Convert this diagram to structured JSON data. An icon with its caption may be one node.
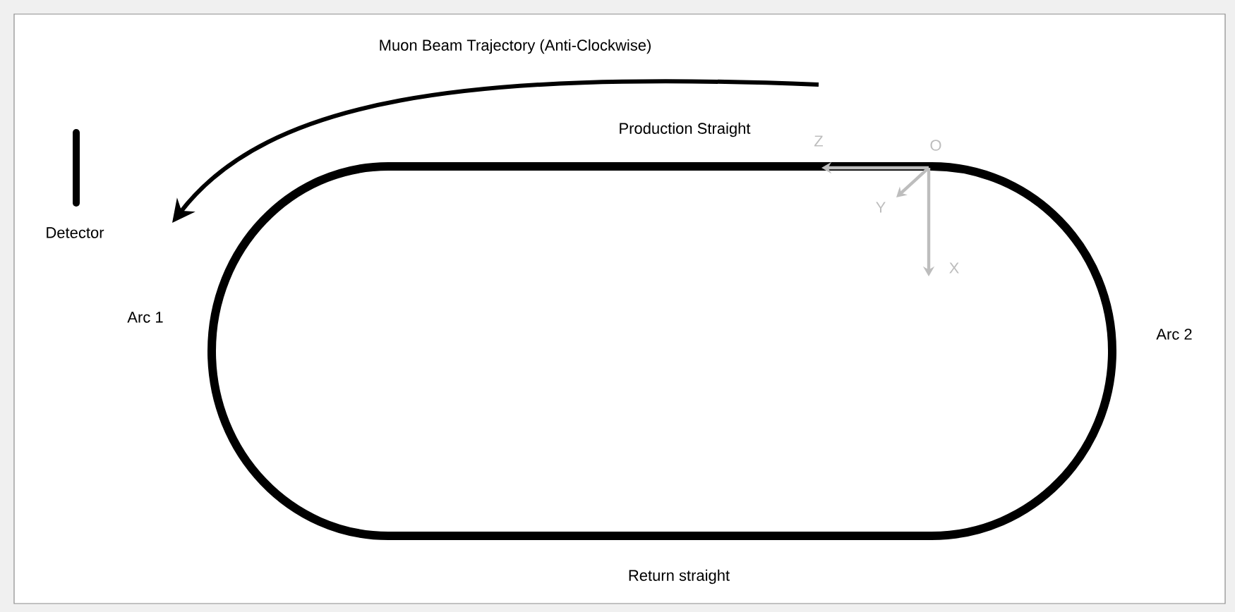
{
  "diagram": {
    "labels": [
      "Muon Beam Trajectory (Anti-Clockwise)",
      "Production Straight",
      "Z",
      "O",
      "Detector",
      "Y",
      "X",
      "Arc 1",
      "Arc 2",
      "Return straight"
    ]
  }
}
